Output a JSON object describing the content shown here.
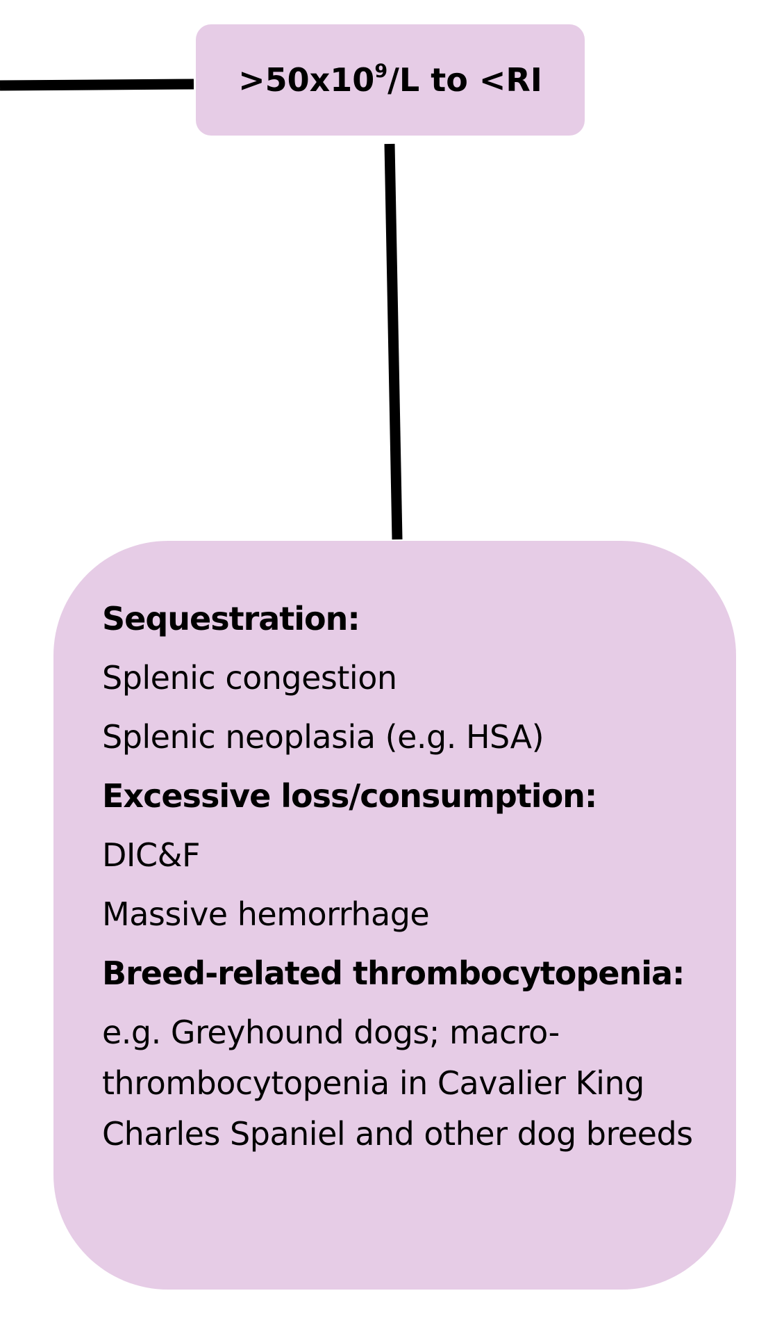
{
  "top_node": {
    "label_prefix": ">50x10",
    "label_superscript": "9",
    "label_suffix": "/L to <RI"
  },
  "bottom_node": {
    "sections": [
      {
        "heading": "Sequestration:",
        "items": [
          "Splenic congestion",
          "Splenic neoplasia (e.g. HSA)"
        ]
      },
      {
        "heading": "Excessive loss/consumption:",
        "items": [
          "DIC&F",
          "Massive hemorrhage"
        ]
      },
      {
        "heading": "Breed-related thrombocytopenia:",
        "items": [
          "e.g. Greyhound dogs; macro-thrombocytopenia in Cavalier King Charles Spaniel and other dog breeds"
        ]
      }
    ]
  },
  "colors": {
    "node_fill": "#e6cce6",
    "connector": "#000000",
    "text": "#000000"
  }
}
